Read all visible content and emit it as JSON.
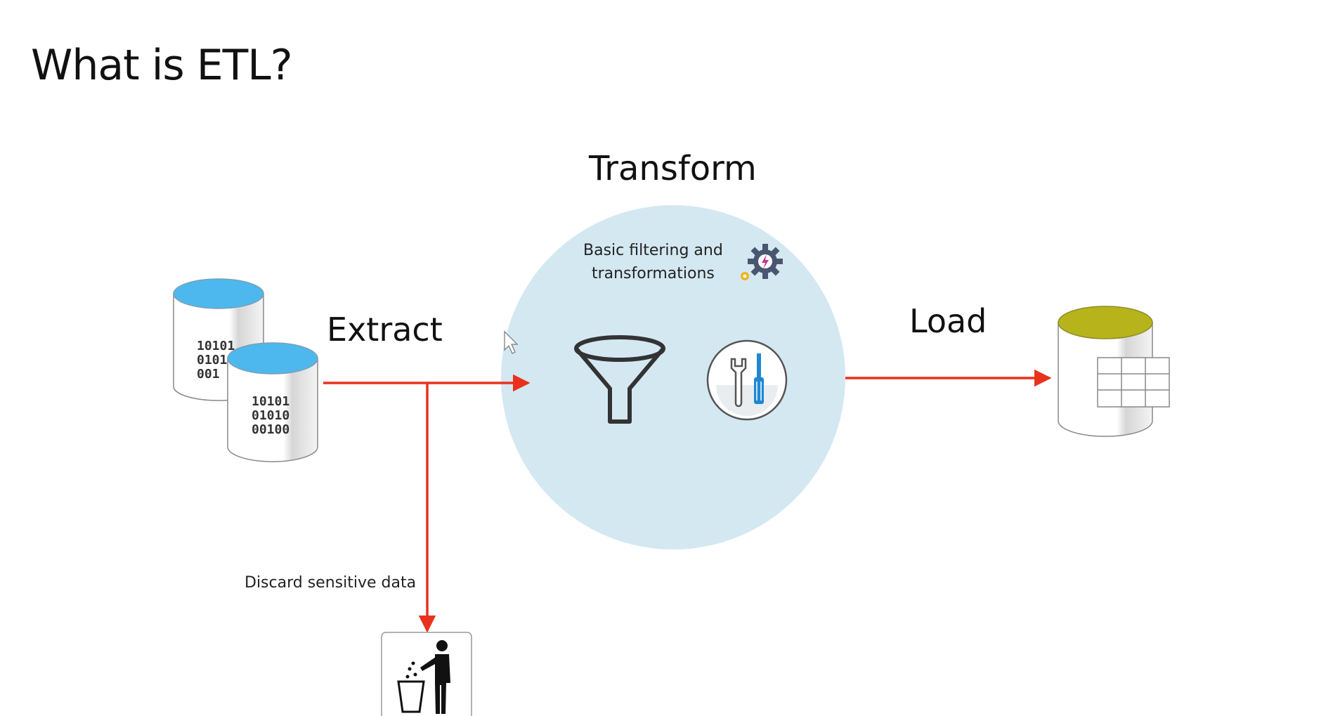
{
  "title": "What is ETL?",
  "labels": {
    "transform": "Transform",
    "extract": "Extract",
    "load": "Load",
    "basic_filtering_line1": "Basic filtering and",
    "basic_filtering_line2": "transformations",
    "discard": "Discard sensitive data"
  },
  "source_db_binary": [
    "10101",
    "01010",
    "00100"
  ],
  "back_db_binary": [
    "10101",
    "0101",
    "001"
  ],
  "colors": {
    "arrow": "#e8321e",
    "source_db_top": "#4db8ee",
    "target_db_top": "#b7b41b",
    "transform_circle": "#cfe5f1",
    "tool_blue": "#1e88d2"
  },
  "icons": [
    "database-icon",
    "funnel-icon",
    "tools-icon",
    "gear-icon",
    "trash-icon",
    "person-icon"
  ]
}
